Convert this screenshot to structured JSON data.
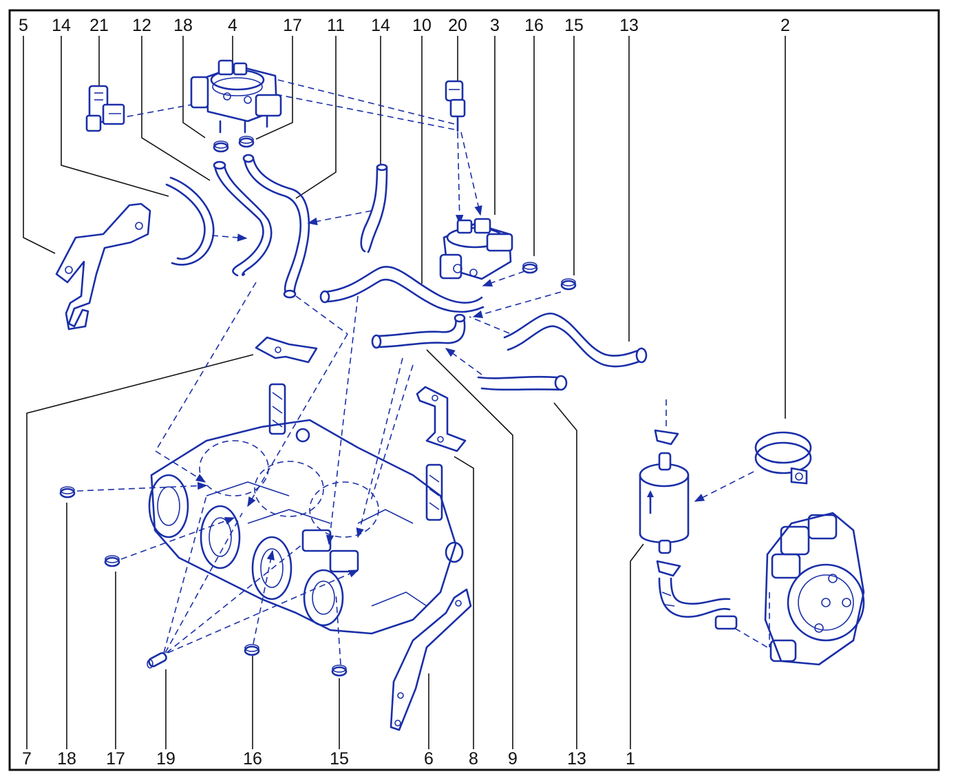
{
  "colors": {
    "line_art": "#1a2fa8",
    "frame": "#111111",
    "background": "#ffffff"
  },
  "top_callouts": [
    "5",
    "14",
    "21",
    "12",
    "18",
    "4",
    "17",
    "11",
    "14",
    "10",
    "20",
    "3",
    "16",
    "15",
    "13",
    "2"
  ],
  "bottom_callouts": [
    "7",
    "18",
    "17",
    "19",
    "16",
    "15",
    "6",
    "8",
    "9",
    "13",
    "1"
  ]
}
